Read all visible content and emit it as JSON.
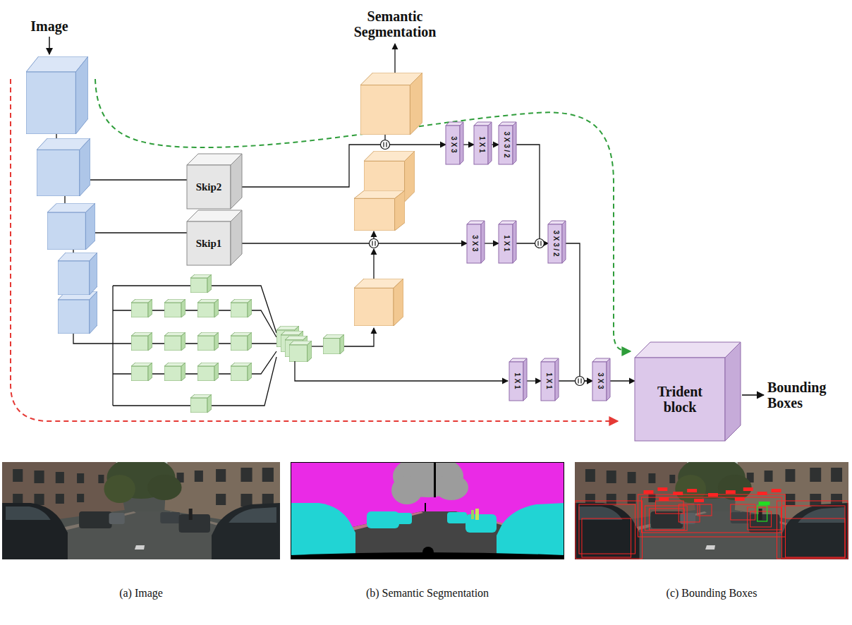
{
  "diagram": {
    "nodes": [
      {
        "text": [
          "Skip2"
        ]
      },
      {
        "text": [
          "Skip1"
        ]
      },
      {
        "text": [
          "3 X 3"
        ]
      },
      {
        "text": [
          "1 X 1"
        ]
      },
      {
        "text": [
          "3 X 3 / 2"
        ]
      },
      {
        "text": [
          "3 X 3"
        ]
      },
      {
        "text": [
          "1 X 1"
        ]
      },
      {
        "text": [
          "3 X 3 / 2"
        ]
      },
      {
        "text": [
          "1 X 1"
        ]
      },
      {
        "text": [
          "1 X 1"
        ]
      },
      {
        "text": [
          "3 X 3"
        ]
      },
      {
        "text": [
          "Trident block"
        ]
      }
    ],
    "edges": [
      {
        "from": 0,
        "to": 2,
        "arrow": "to"
      },
      {
        "from": 1,
        "to": 5,
        "arrow": "to"
      },
      {
        "from": 2,
        "to": 3,
        "arrow": "to"
      },
      {
        "from": 3,
        "to": 4,
        "arrow": "to"
      },
      {
        "from": 4,
        "to": 7,
        "arrow": "to"
      },
      {
        "from": 5,
        "to": 6,
        "arrow": "to"
      },
      {
        "from": 6,
        "to": 7,
        "arrow": "to"
      },
      {
        "from": 7,
        "to": 10,
        "arrow": "to"
      },
      {
        "from": 8,
        "to": 9,
        "arrow": "to"
      },
      {
        "from": 9,
        "to": 10,
        "arrow": "to"
      },
      {
        "from": 10,
        "to": 11,
        "arrow": "to"
      }
    ],
    "labels": [
      "Image",
      "Semantic Segmentation",
      "Bounding Boxes",
      "(a) Image",
      "(b) Semantic Segmentation",
      "(c) Bounding Boxes"
    ]
  }
}
